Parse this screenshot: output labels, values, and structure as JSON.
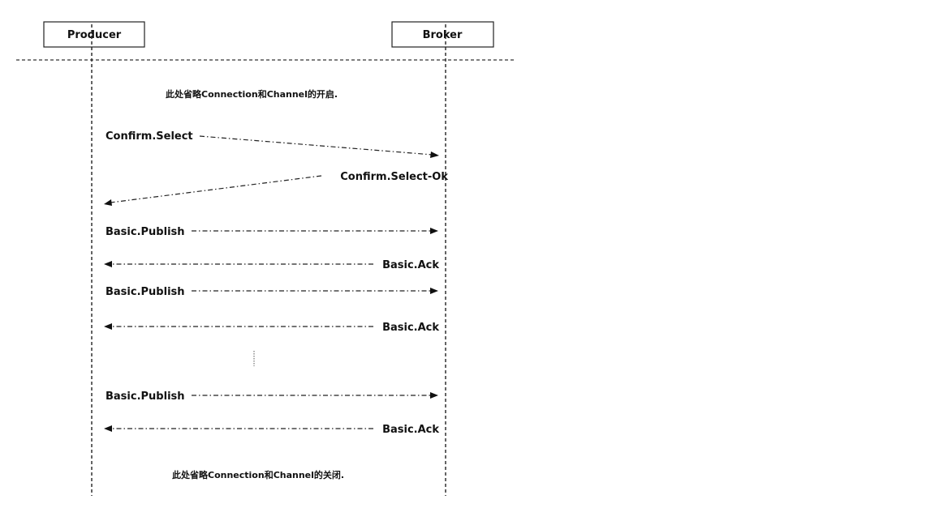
{
  "actors": {
    "producer": "Producer",
    "broker": "Broker"
  },
  "notes": {
    "open": "此处省略Connection和Channel的开启.",
    "close": "此处省略Connection和Channel的关闭."
  },
  "messages": [
    {
      "label": "Confirm.Select",
      "direction": "to-broker"
    },
    {
      "label": "Confirm.Select-Ok",
      "direction": "to-producer"
    },
    {
      "label": "Basic.Publish",
      "direction": "to-broker"
    },
    {
      "label": "Basic.Ack",
      "direction": "to-producer"
    },
    {
      "label": "Basic.Publish",
      "direction": "to-broker"
    },
    {
      "label": "Basic.Ack",
      "direction": "to-producer"
    },
    {
      "label": "Basic.Publish",
      "direction": "to-broker"
    },
    {
      "label": "Basic.Ack",
      "direction": "to-producer"
    }
  ]
}
